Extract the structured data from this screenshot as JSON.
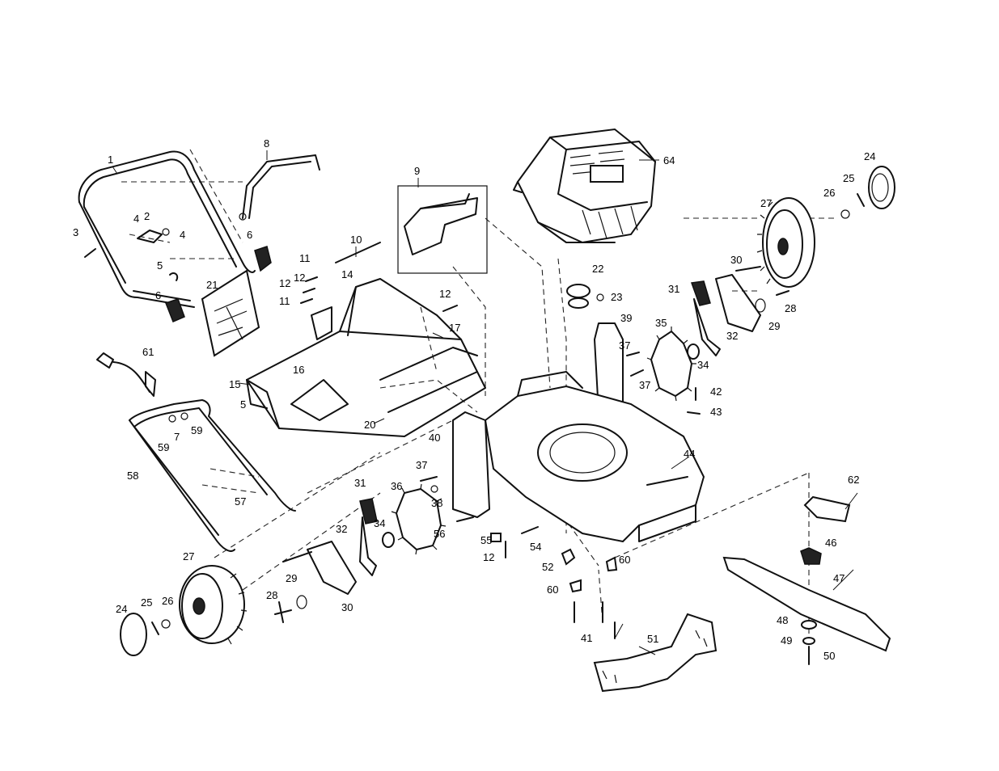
{
  "callouts": [
    "1",
    "2",
    "3",
    "4",
    "5",
    "6",
    "7",
    "8",
    "9",
    "10",
    "11",
    "12",
    "14",
    "15",
    "16",
    "17",
    "20",
    "21",
    "22",
    "23",
    "24",
    "25",
    "26",
    "27",
    "28",
    "29",
    "30",
    "31",
    "32",
    "34",
    "35",
    "36",
    "37",
    "38",
    "39",
    "40",
    "41",
    "42",
    "43",
    "44",
    "46",
    "47",
    "48",
    "49",
    "50",
    "51",
    "52",
    "54",
    "55",
    "56",
    "57",
    "58",
    "59",
    "60",
    "61",
    "62",
    "64"
  ]
}
